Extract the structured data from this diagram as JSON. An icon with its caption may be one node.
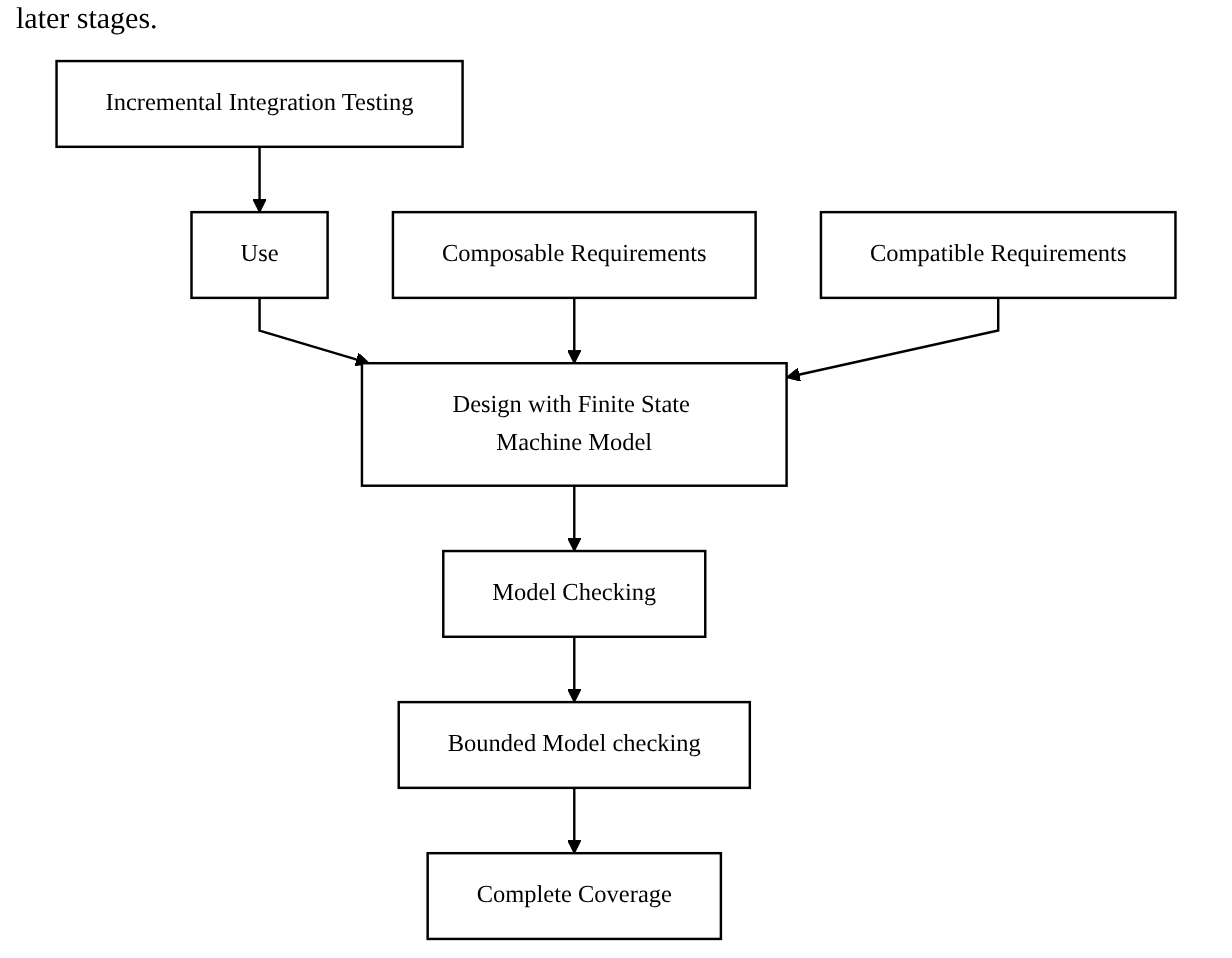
{
  "diagram": {
    "nodes": [
      {
        "text": [
          "Use"
        ]
      },
      {
        "text": [
          "Incremental Integration Testing"
        ]
      },
      {
        "text": [
          "Composable Requirements"
        ]
      },
      {
        "text": [
          "Design with Finite State Machine Model"
        ]
      },
      {
        "text": [
          "Compatible Requirements"
        ]
      },
      {
        "text": [
          "Complete Coverage"
        ]
      },
      {
        "text": [
          "Model Checking"
        ]
      },
      {
        "text": [
          "Bounded Model checking"
        ]
      }
    ],
    "edges": [
      {
        "from": 1,
        "to": 0,
        "arrow": "to"
      },
      {
        "from": 0,
        "to": 3,
        "arrow": "to"
      },
      {
        "from": 2,
        "to": 3,
        "arrow": "to"
      },
      {
        "from": 4,
        "to": 3,
        "arrow": "to"
      },
      {
        "from": 3,
        "to": 6,
        "arrow": "to"
      },
      {
        "from": 6,
        "to": 7,
        "arrow": "to"
      },
      {
        "from": 7,
        "to": 5,
        "arrow": "to"
      }
    ],
    "labels": [
      "later stages."
    ]
  }
}
